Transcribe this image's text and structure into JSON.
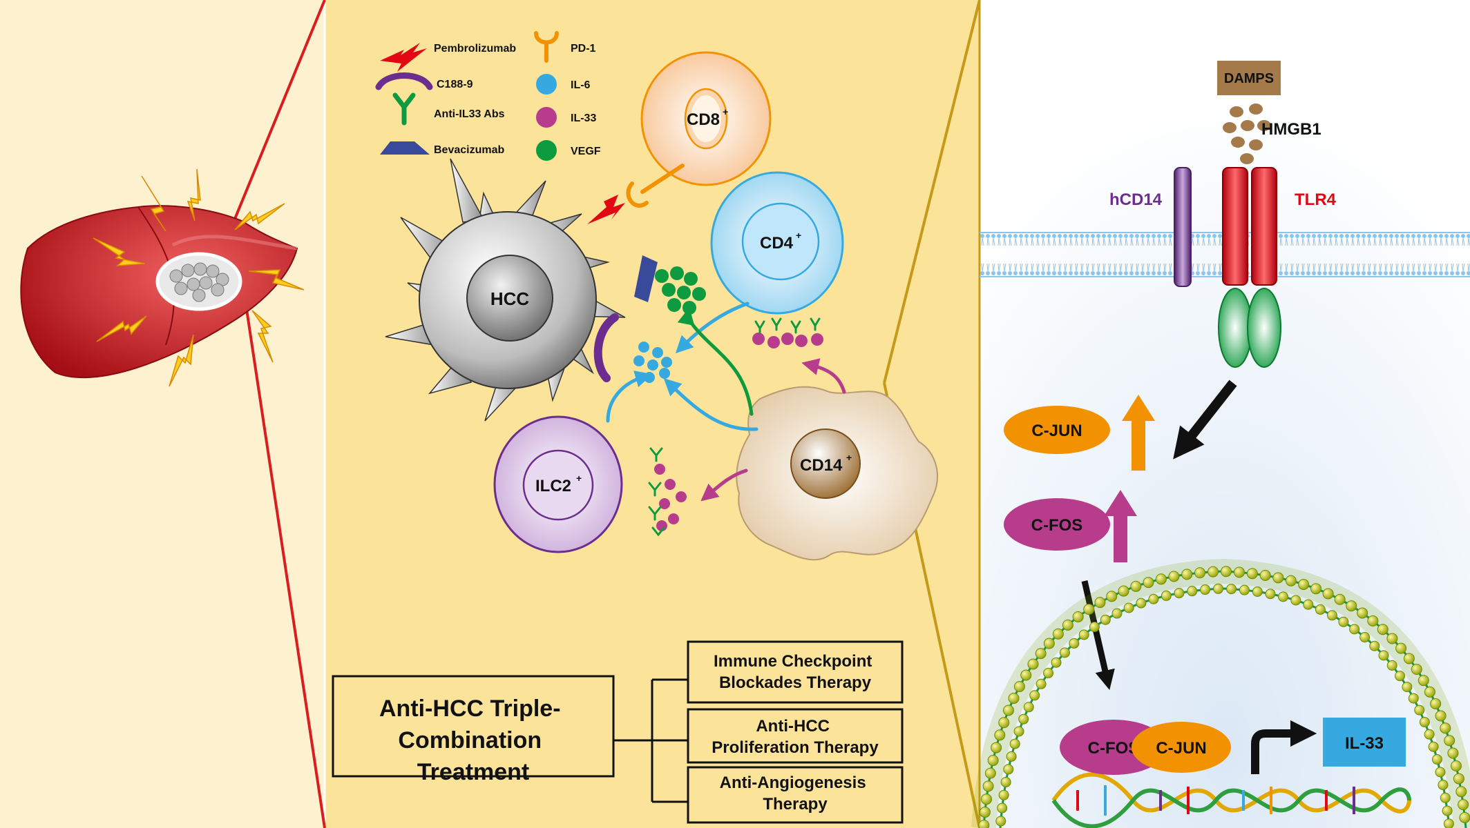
{
  "legend": {
    "pembrolizumab": "Pembrolizumab",
    "c188": "C188-9",
    "anti_il33": "Anti-IL33 Abs",
    "bevacizumab": "Bevacizumab",
    "pd1": "PD-1",
    "il6": "IL-6",
    "il33": "IL-33",
    "vegf": "VEGF"
  },
  "cells": {
    "hcc": "HCC",
    "cd8": "CD8",
    "cd4": "CD4",
    "cd14": "CD14",
    "ilc2": "ILC2",
    "sup": "+"
  },
  "treatment": {
    "main": [
      "Anti-HCC Triple-",
      "Combination",
      "Treatment"
    ],
    "therapies": [
      [
        "Immune Checkpoint",
        "Blockades Therapy"
      ],
      [
        "Anti-HCC",
        "Proliferation Therapy"
      ],
      [
        "Anti-Angiogenesis",
        "Therapy"
      ]
    ]
  },
  "pathway": {
    "damps": "DAMPS",
    "hmgb1": "HMGB1",
    "hcd14": "hCD14",
    "tlr4": "TLR4",
    "cjun": "C-JUN",
    "cfos": "C-FOS",
    "il33": "IL-33"
  },
  "colors": {
    "left_bg": "#fdf1cf",
    "mid_bg": "#fce39a",
    "right_bg": "#ffffff",
    "red_line": "#d81e1e",
    "gold_line": "#c69a18",
    "liver": "#c4161c",
    "orange": "#f39200",
    "purple": "#b83c8c",
    "blue": "#35a9e0",
    "green": "#0e9a3e",
    "tlr4_red": "#e30613",
    "hcd14_purple": "#6b2d8e"
  }
}
